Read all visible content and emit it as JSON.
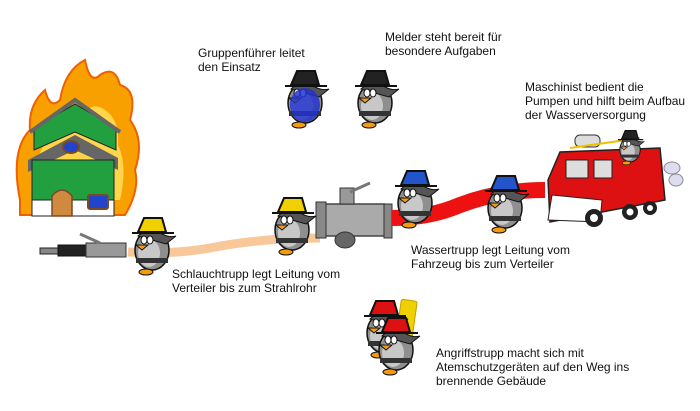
{
  "diagram": {
    "title": "Feuerwehr-Einsatz: Aufgaben der Gruppe",
    "colors": {
      "hose_attack": "#f8c89a",
      "hose_supply": "#ee1111",
      "helmet_group_leader": "#222222",
      "helmet_messenger": "#222222",
      "helmet_hose_team": "#f0d000",
      "helmet_water_team": "#2255cc",
      "helmet_attack_team": "#dd1111",
      "house_wall": "#22a040",
      "flames": "#f7a000",
      "truck": "#dd1111"
    },
    "roles": [
      {
        "id": "gruppenfuehrer",
        "icon": "penguin-firefighter-blue-icon",
        "text": "Gruppenführer leitet\nden Einsatz"
      },
      {
        "id": "melder",
        "icon": "penguin-firefighter-grey-icon",
        "text": "Melder steht bereit für\nbesondere Aufgaben"
      },
      {
        "id": "maschinist",
        "icon": "fire-truck-icon",
        "text": "Maschinist bedient die\nPumpen und hilft beim Aufbau\nder Wasserversorgung"
      },
      {
        "id": "schlauchtrupp",
        "icon": "penguin-yellow-helmet-icon",
        "text": "Schlauchtrupp legt Leitung vom\nVerteiler bis zum Strahlrohr"
      },
      {
        "id": "wassertrupp",
        "icon": "penguin-blue-helmet-icon",
        "text": "Wassertrupp legt Leitung vom\nFahrzeug bis zum Verteiler"
      },
      {
        "id": "angriffstrupp",
        "icon": "penguin-red-helmet-breathing-apparatus-icon",
        "text": "Angriffstrupp macht sich mit\nAtemschutzgeräten auf den Weg ins\nbrennende Gebäude"
      }
    ]
  }
}
